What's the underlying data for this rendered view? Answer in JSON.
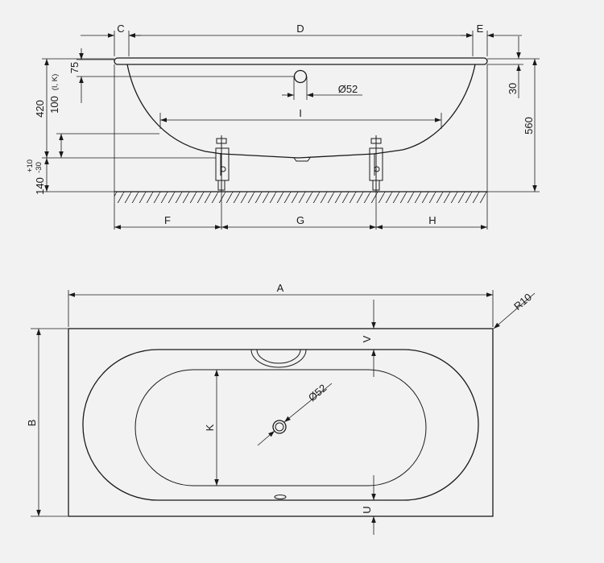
{
  "side_view": {
    "labels": {
      "C": "C",
      "D": "D",
      "E": "E",
      "F": "F",
      "G": "G",
      "H": "H",
      "I": "I",
      "dim_75": "75",
      "dim_420": "420",
      "dim_100": "100",
      "dim_100_note": "(I, K)",
      "dim_140": "140",
      "dim_tol_plus": "+10",
      "dim_tol_minus": "-30",
      "dim_30": "30",
      "dim_560": "560",
      "drain_diameter": "Ø52"
    }
  },
  "top_view": {
    "labels": {
      "A": "A",
      "B": "B",
      "K": "K",
      "U": "U",
      "V": "V",
      "radius": "R10",
      "drain_diameter": "Ø52"
    }
  },
  "colors": {
    "background": "#f2f2f2",
    "line": "#1a1a1a"
  }
}
